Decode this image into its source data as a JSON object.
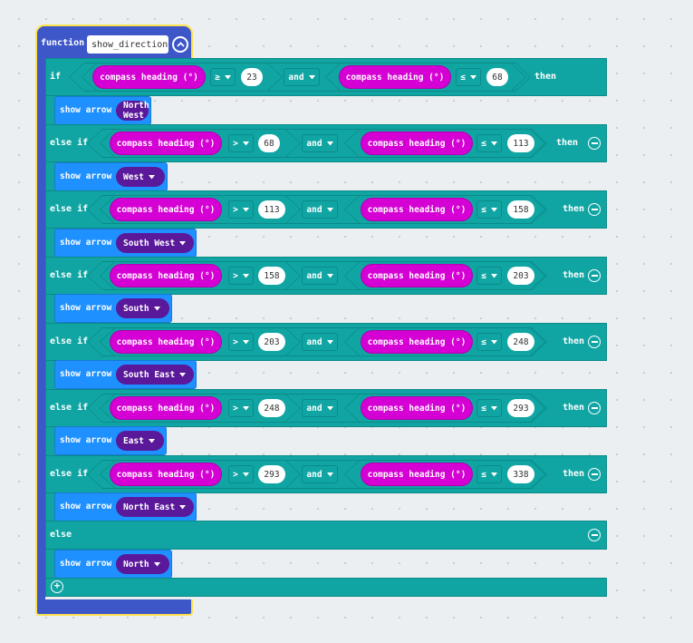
{
  "function": {
    "keyword": "function",
    "name": "show_direction"
  },
  "labels": {
    "if": "if",
    "else_if": "else if",
    "else": "else",
    "then": "then",
    "and": "and",
    "show_arrow": "show arrow",
    "compass": "compass heading (°)"
  },
  "conditions": [
    {
      "op1": "≥",
      "v1": "23",
      "op2": "≤",
      "v2": "68",
      "arrow": "North West"
    },
    {
      "op1": ">",
      "v1": "68",
      "op2": "≤",
      "v2": "113",
      "arrow": "West"
    },
    {
      "op1": ">",
      "v1": "113",
      "op2": "≤",
      "v2": "158",
      "arrow": "South West"
    },
    {
      "op1": ">",
      "v1": "158",
      "op2": "≤",
      "v2": "203",
      "arrow": "South"
    },
    {
      "op1": ">",
      "v1": "203",
      "op2": "≤",
      "v2": "248",
      "arrow": "South East"
    },
    {
      "op1": ">",
      "v1": "248",
      "op2": "≤",
      "v2": "293",
      "arrow": "East"
    },
    {
      "op1": ">",
      "v1": "293",
      "op2": "≤",
      "v2": "338",
      "arrow": "North East"
    }
  ],
  "else_arrow": "North",
  "icons": {
    "collapse": "collapse-up-icon",
    "remove": "remove-circle-icon",
    "add": "add-circle-icon",
    "dropdown": "caret-down-icon"
  }
}
